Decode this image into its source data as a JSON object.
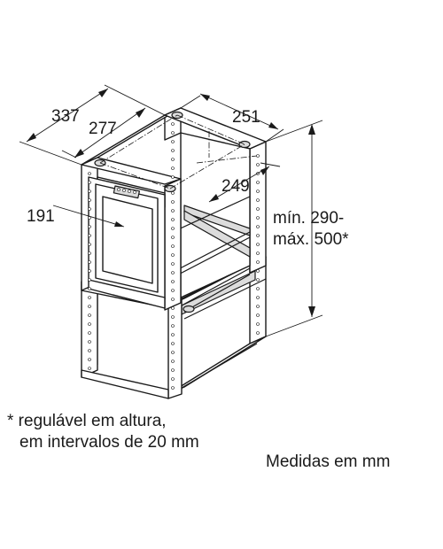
{
  "dimensions": {
    "depth_outer": "337",
    "depth_inner": "277",
    "width_outer": "251",
    "width_inner": "249",
    "side_depth": "191",
    "height_range_line1": "mín. 290-",
    "height_range_line2": "máx. 500*"
  },
  "footnote": {
    "line1": "* regulável em altura,",
    "line2": "em intervalos de 20 mm"
  },
  "units_note": "Medidas em mm"
}
